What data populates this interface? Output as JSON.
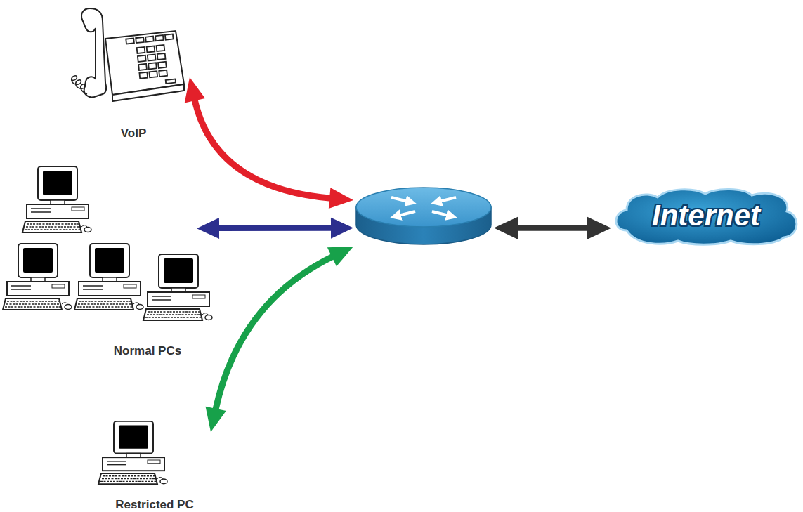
{
  "diagram": {
    "nodes": [
      {
        "text": [
          "VoIP"
        ]
      },
      {
        "text": [
          "Normal PCs"
        ]
      },
      {
        "text": []
      },
      {
        "text": [
          "Internet"
        ]
      },
      {
        "text": [
          "Restricted PC"
        ]
      }
    ],
    "edges": [
      {
        "from": 0,
        "to": 2,
        "arrow": "both"
      },
      {
        "from": 1,
        "to": 2,
        "arrow": "both"
      },
      {
        "from": 4,
        "to": 2,
        "arrow": "both"
      },
      {
        "from": 2,
        "to": 3,
        "arrow": "both"
      }
    ]
  }
}
